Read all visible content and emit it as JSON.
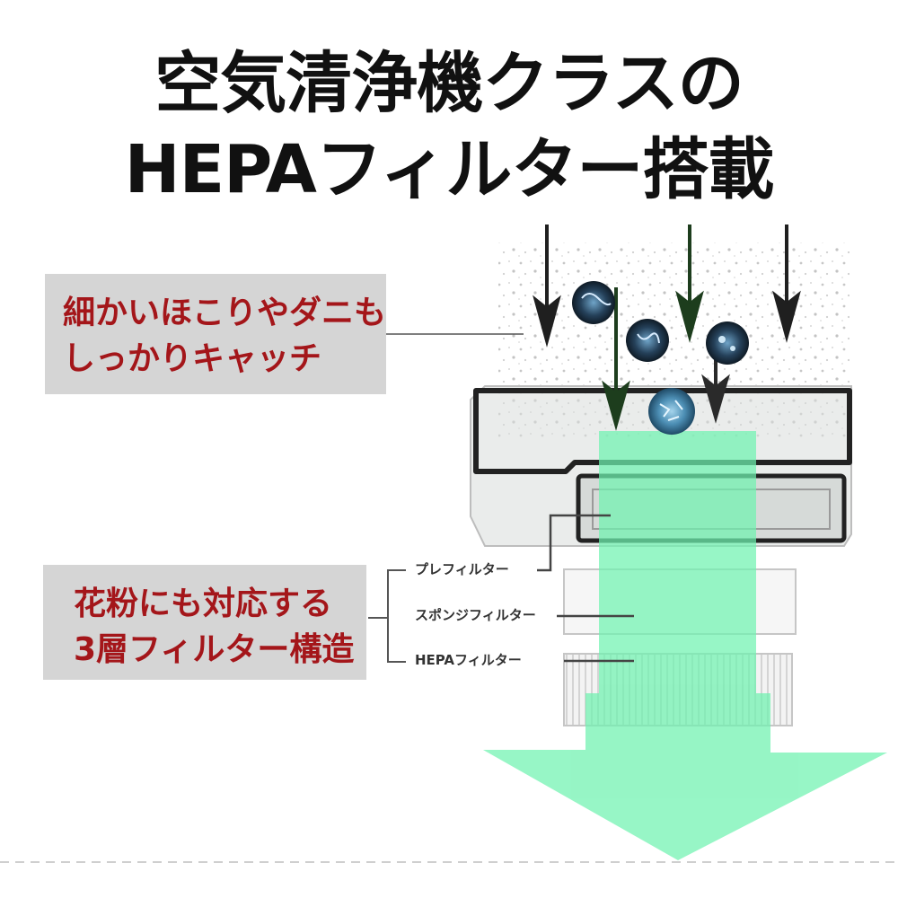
{
  "title": {
    "line1": "空気清浄機クラスの",
    "line2": "HEPAフィルター搭載"
  },
  "callout_dust": {
    "line1": "細かいほこりやダニも",
    "line2": "しっかりキャッチ"
  },
  "callout_structure": {
    "line1": "花粉にも対応する",
    "line2": "3層フィルター構造"
  },
  "filters": [
    {
      "label": "プレフィルター"
    },
    {
      "label": "スポンジフィルター"
    },
    {
      "label": "HEPAフィルター"
    }
  ],
  "colors": {
    "title": "#111111",
    "callout_text": "#a4161a",
    "callout_bg": "#d5d5d5",
    "airflow_green": "#6ff2b0",
    "arrow_dark": "#1f1f1f",
    "arrow_green": "#1d3d1d"
  }
}
